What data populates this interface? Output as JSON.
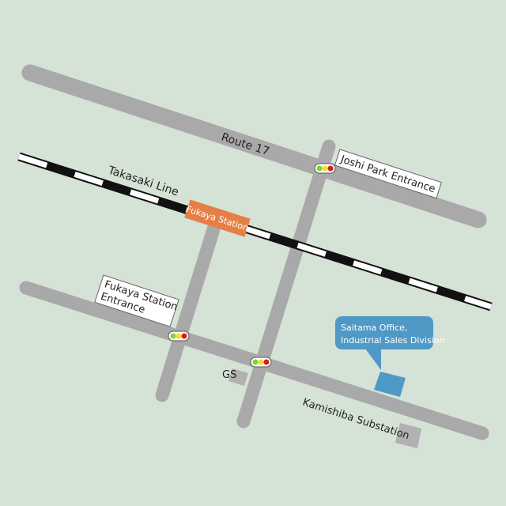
{
  "map": {
    "background_color": "#d5e2d6",
    "road_color": "#a9a9a9",
    "station_color": "#e57f45",
    "office_color": "#4f99c6",
    "building_color": "#b1b1b1",
    "labels": {
      "route17": "Route 17",
      "takasaki_line": "Takasaki Line",
      "fukaya_station": "Fukaya Station",
      "joshi_park_entrance": "Joshi Park Entrance",
      "fukaya_station_entrance_line1": "Fukaya Station",
      "fukaya_station_entrance_line2": "Entrance",
      "office_line1": "Saitama Office,",
      "office_line2": "Industrial Sales Division",
      "gas_station": "GS",
      "kamishiba_substation": "Kamishiba Substation"
    },
    "traffic_light_icon": "traffic-light-icon"
  }
}
